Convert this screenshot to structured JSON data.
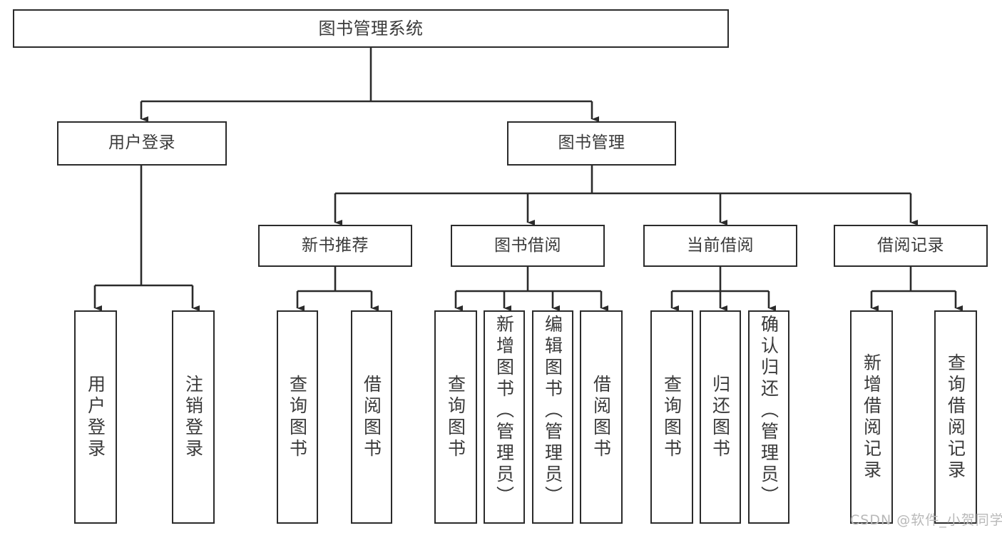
{
  "diagram": {
    "title": "图书管理系统",
    "type": "tree",
    "background_color": "#ffffff",
    "box_border_color": "#2b2b2b",
    "text_color": "#3a3a3a",
    "watermark": "CSDN @软件_小贺同学",
    "watermark_color": "#b9b9b9"
  },
  "nodes": {
    "root": {
      "label": "图书管理系统"
    },
    "level2": [
      {
        "id": "user-login",
        "label": "用户登录"
      },
      {
        "id": "book-management",
        "label": "图书管理"
      }
    ],
    "level3": [
      {
        "id": "new-book-recommend",
        "label": "新书推荐"
      },
      {
        "id": "book-borrow",
        "label": "图书借阅"
      },
      {
        "id": "current-borrow",
        "label": "当前借阅"
      },
      {
        "id": "borrow-record",
        "label": "借阅记录"
      }
    ],
    "leaves": {
      "user_login": [
        {
          "id": "leaf-user-login",
          "label": "用户登录"
        },
        {
          "id": "leaf-logout-login",
          "label": "注销登录"
        }
      ],
      "new_book_recommend": [
        {
          "id": "leaf-query-book-1",
          "label": "查询图书"
        },
        {
          "id": "leaf-borrow-book-1",
          "label": "借阅图书"
        }
      ],
      "book_borrow": [
        {
          "id": "leaf-query-book-2",
          "label": "查询图书"
        },
        {
          "id": "leaf-add-book-admin",
          "label": "新增图书（管理员）"
        },
        {
          "id": "leaf-edit-book-admin",
          "label": "编辑图书（管理员）"
        },
        {
          "id": "leaf-borrow-book-2",
          "label": "借阅图书"
        }
      ],
      "current_borrow": [
        {
          "id": "leaf-query-book-3",
          "label": "查询图书"
        },
        {
          "id": "leaf-return-book",
          "label": "归还图书"
        },
        {
          "id": "leaf-confirm-return-admin",
          "label": "确认归还（管理员）"
        }
      ],
      "borrow_record": [
        {
          "id": "leaf-add-borrow-record",
          "label": "新增借阅记录"
        },
        {
          "id": "leaf-query-borrow-record",
          "label": "查询借阅记录"
        }
      ]
    }
  }
}
